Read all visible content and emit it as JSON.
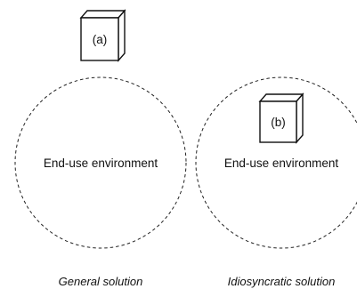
{
  "panels": [
    {
      "box_label": "(a)",
      "environment_label": "End-use environment",
      "caption": "General solution"
    },
    {
      "box_label": "(b)",
      "environment_label": "End-use environment",
      "caption": "Idiosyncratic solution"
    }
  ]
}
